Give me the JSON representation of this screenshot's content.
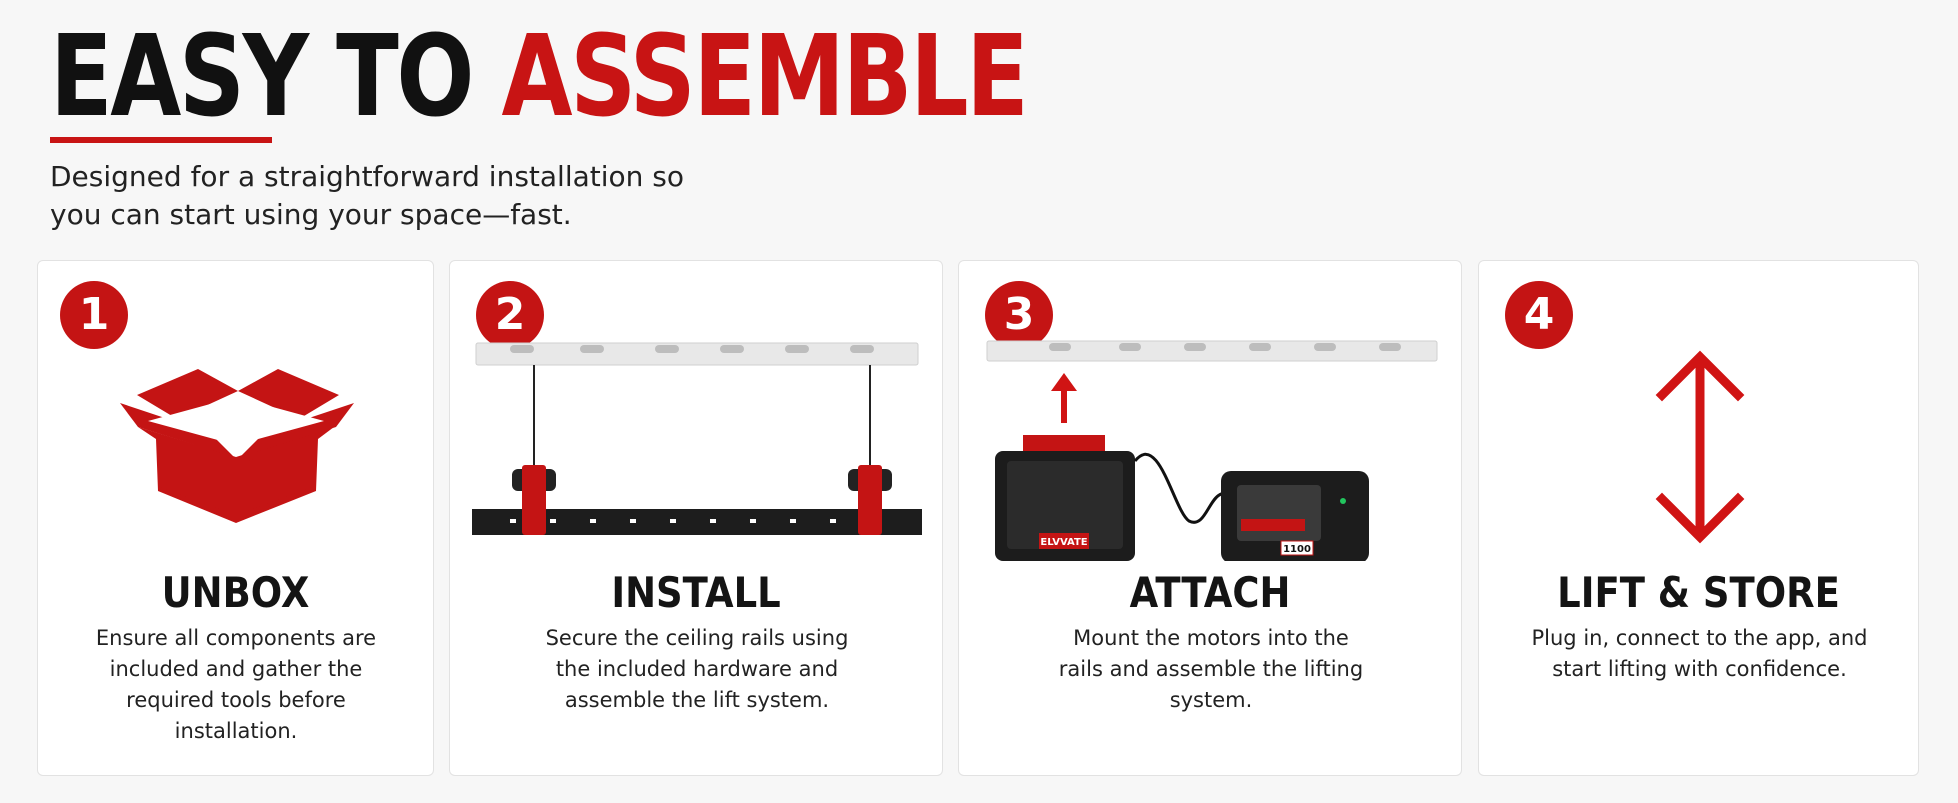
{
  "header": {
    "title_part1": "EASY TO",
    "title_part2": "ASSEMBLE",
    "subtitle_line1": "Designed for a straightforward installation so",
    "subtitle_line2": "you can start using your space—fast."
  },
  "steps": [
    {
      "number": "1",
      "title": "UNBOX",
      "description": "Ensure all components are included and gather the required tools before installation."
    },
    {
      "number": "2",
      "title": "INSTALL",
      "description": "Secure the ceiling rails using the included hardware and assemble the lift system."
    },
    {
      "number": "3",
      "title": "ATTACH",
      "description": "Mount the motors into the rails and assemble the lifting system."
    },
    {
      "number": "4",
      "title": "LIFT & STORE",
      "description": "Plug in, connect to the app, and start lifting with confidence."
    }
  ],
  "product_labels": {
    "motor_brand": "ELVVATE",
    "controller_model": "1100"
  },
  "colors": {
    "accent": "#c81414",
    "text": "#111111",
    "background": "#f7f7f7",
    "card": "#ffffff"
  }
}
